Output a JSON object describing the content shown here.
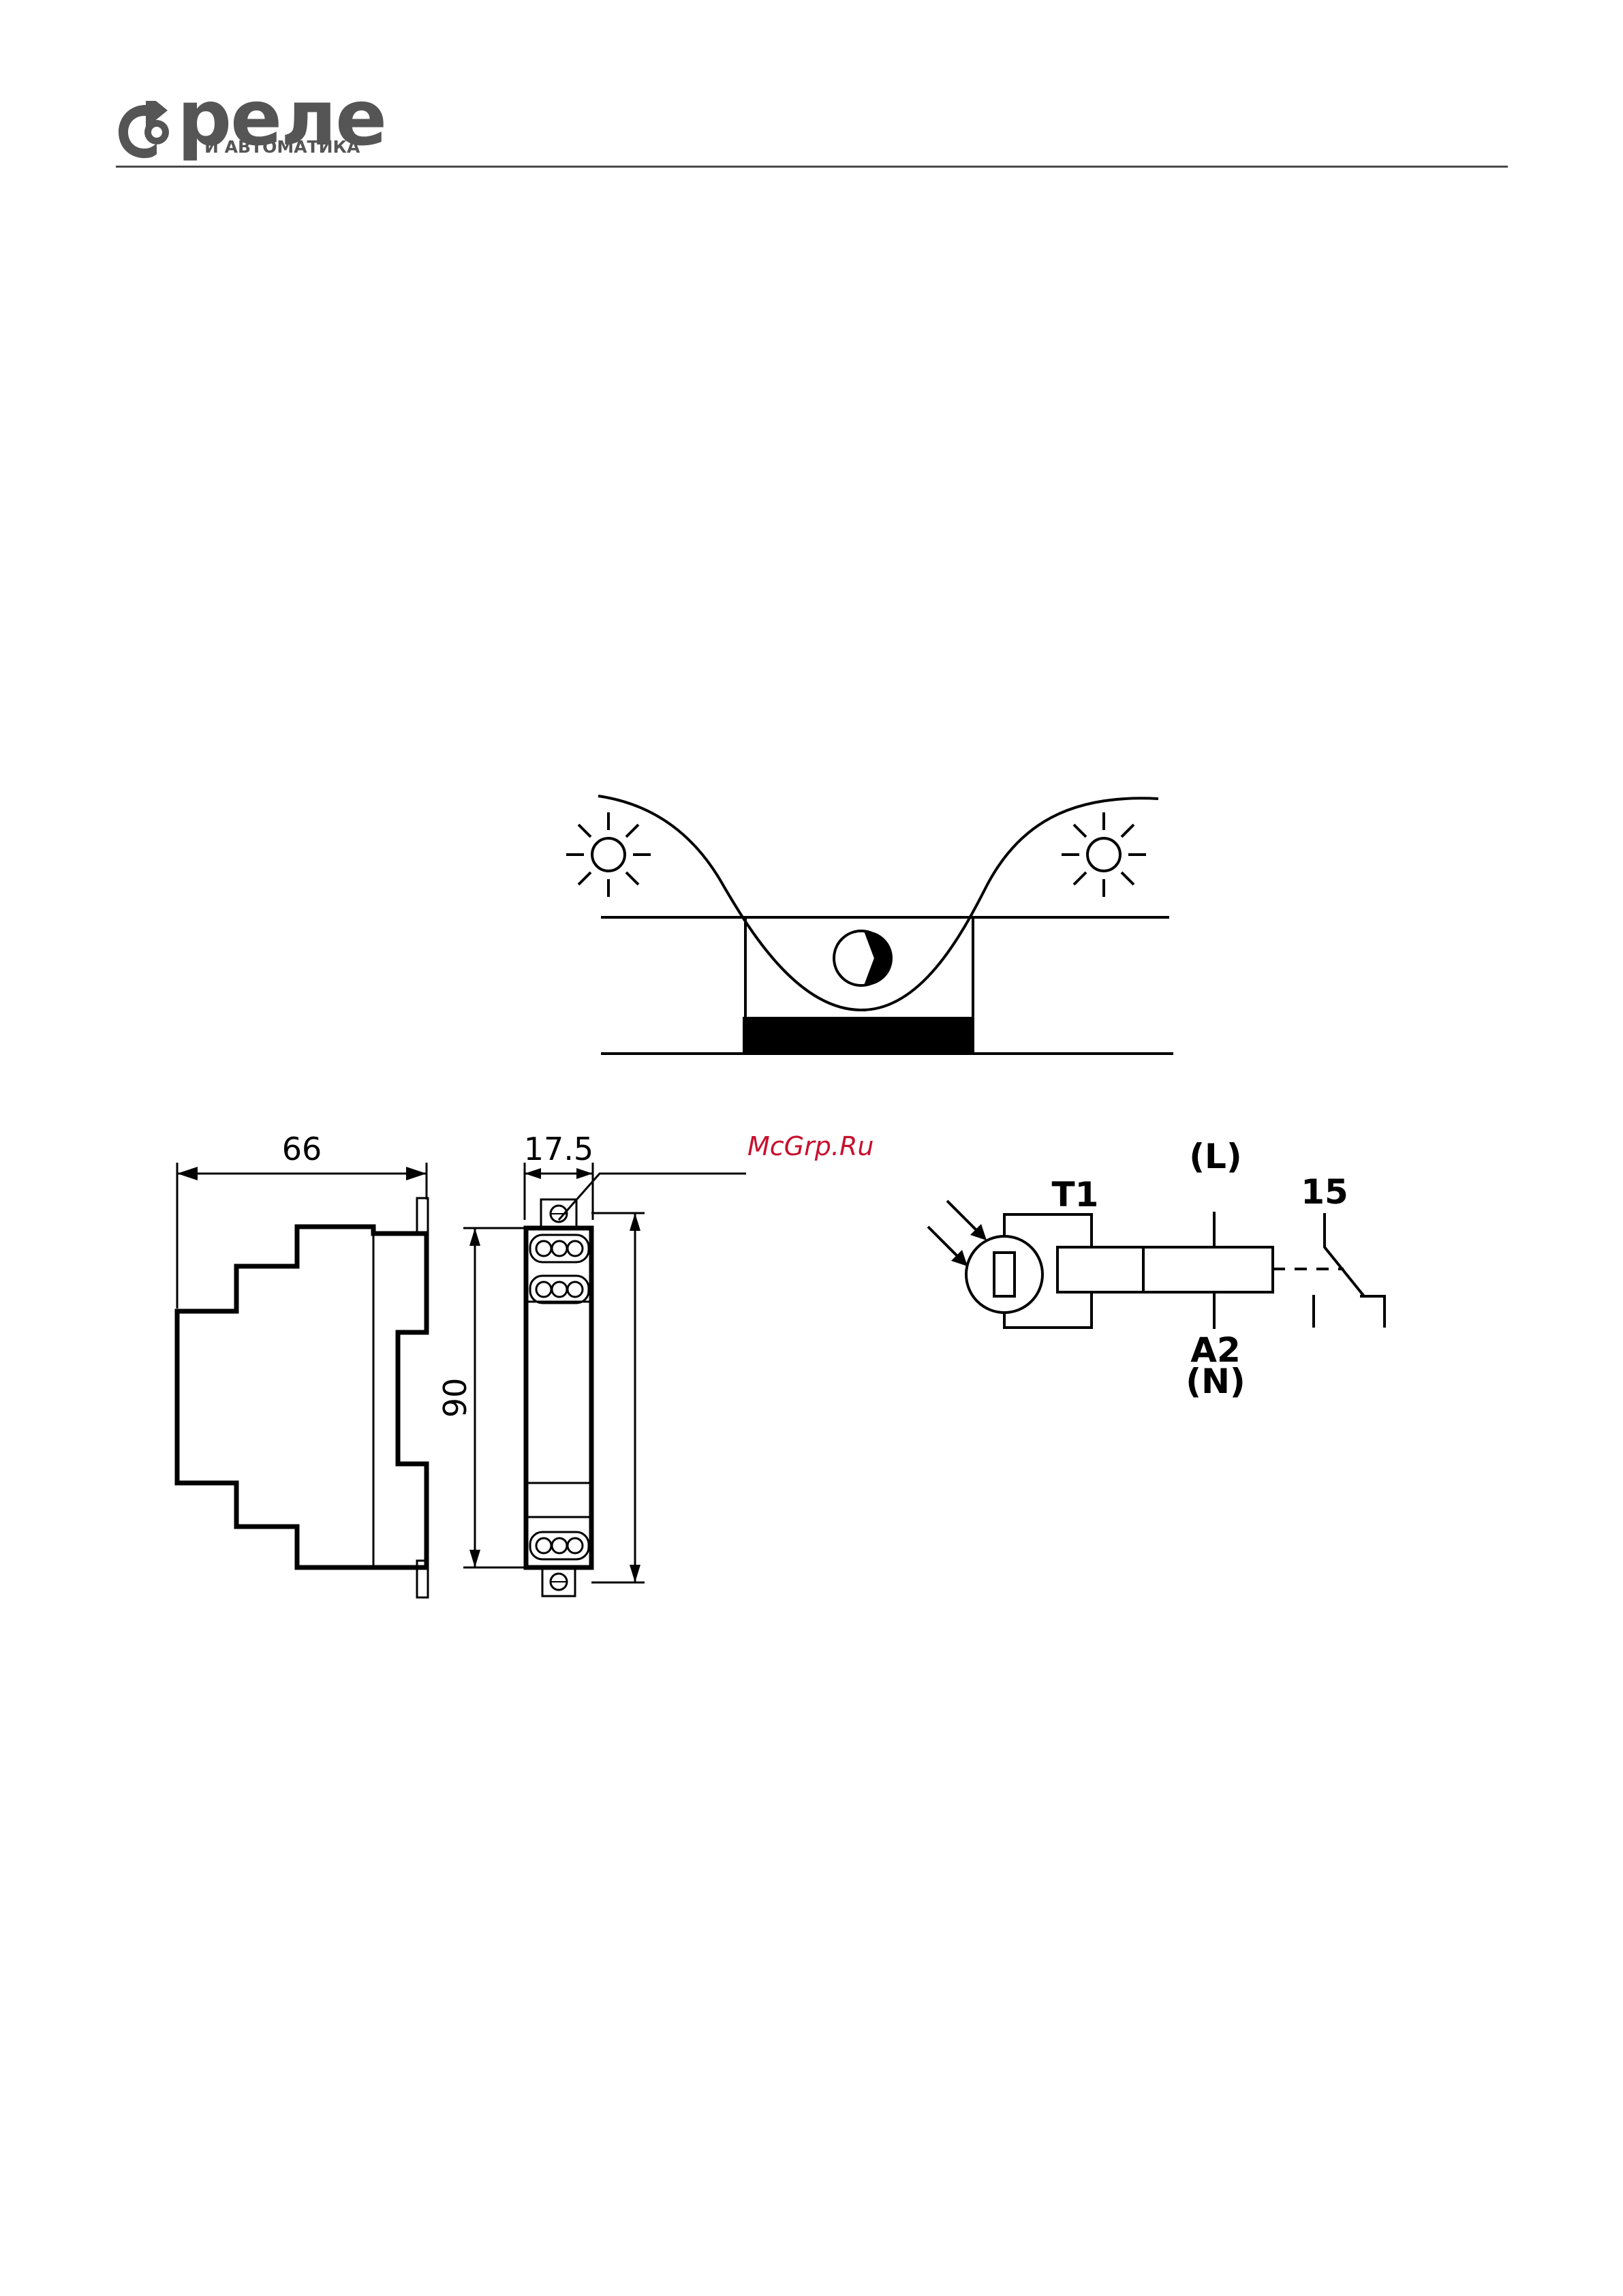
{
  "header": {
    "logo_main": "реле",
    "logo_sub": "И АВТОМАТИКА"
  },
  "watermark": "McGrp.Ru",
  "dimensions": {
    "depth": "66",
    "width": "17.5",
    "height": "90"
  },
  "wiring": {
    "sensor_terminal": "T1",
    "line_terminal": "(L)",
    "neutral_terminal": "A2",
    "neutral_label": "(N)",
    "contact_terminal": "15"
  }
}
